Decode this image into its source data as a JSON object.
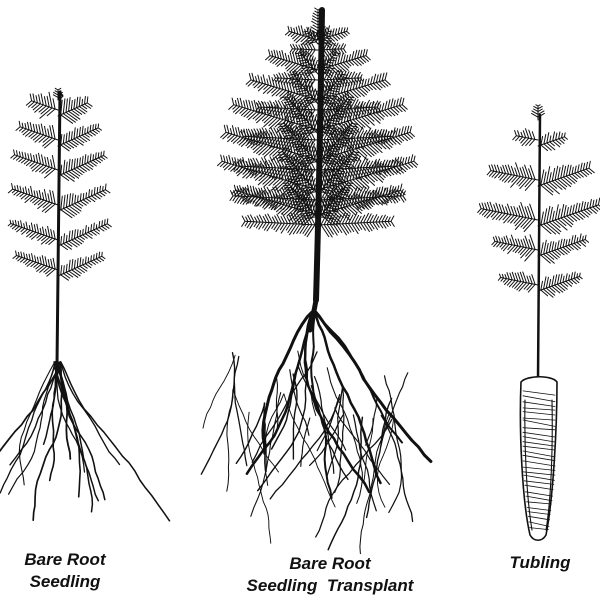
{
  "figure": {
    "items": [
      {
        "id": "bare-root-seedling",
        "caption_lines": [
          "Bare Root",
          "Seedling"
        ]
      },
      {
        "id": "bare-root-seedling-transplant",
        "caption_lines": [
          "Bare Root",
          "Seedling  Transplant"
        ]
      },
      {
        "id": "tubling",
        "caption_lines": [
          "Tubling"
        ]
      }
    ]
  },
  "colors": {
    "ink": "#111111",
    "background": "#ffffff"
  }
}
